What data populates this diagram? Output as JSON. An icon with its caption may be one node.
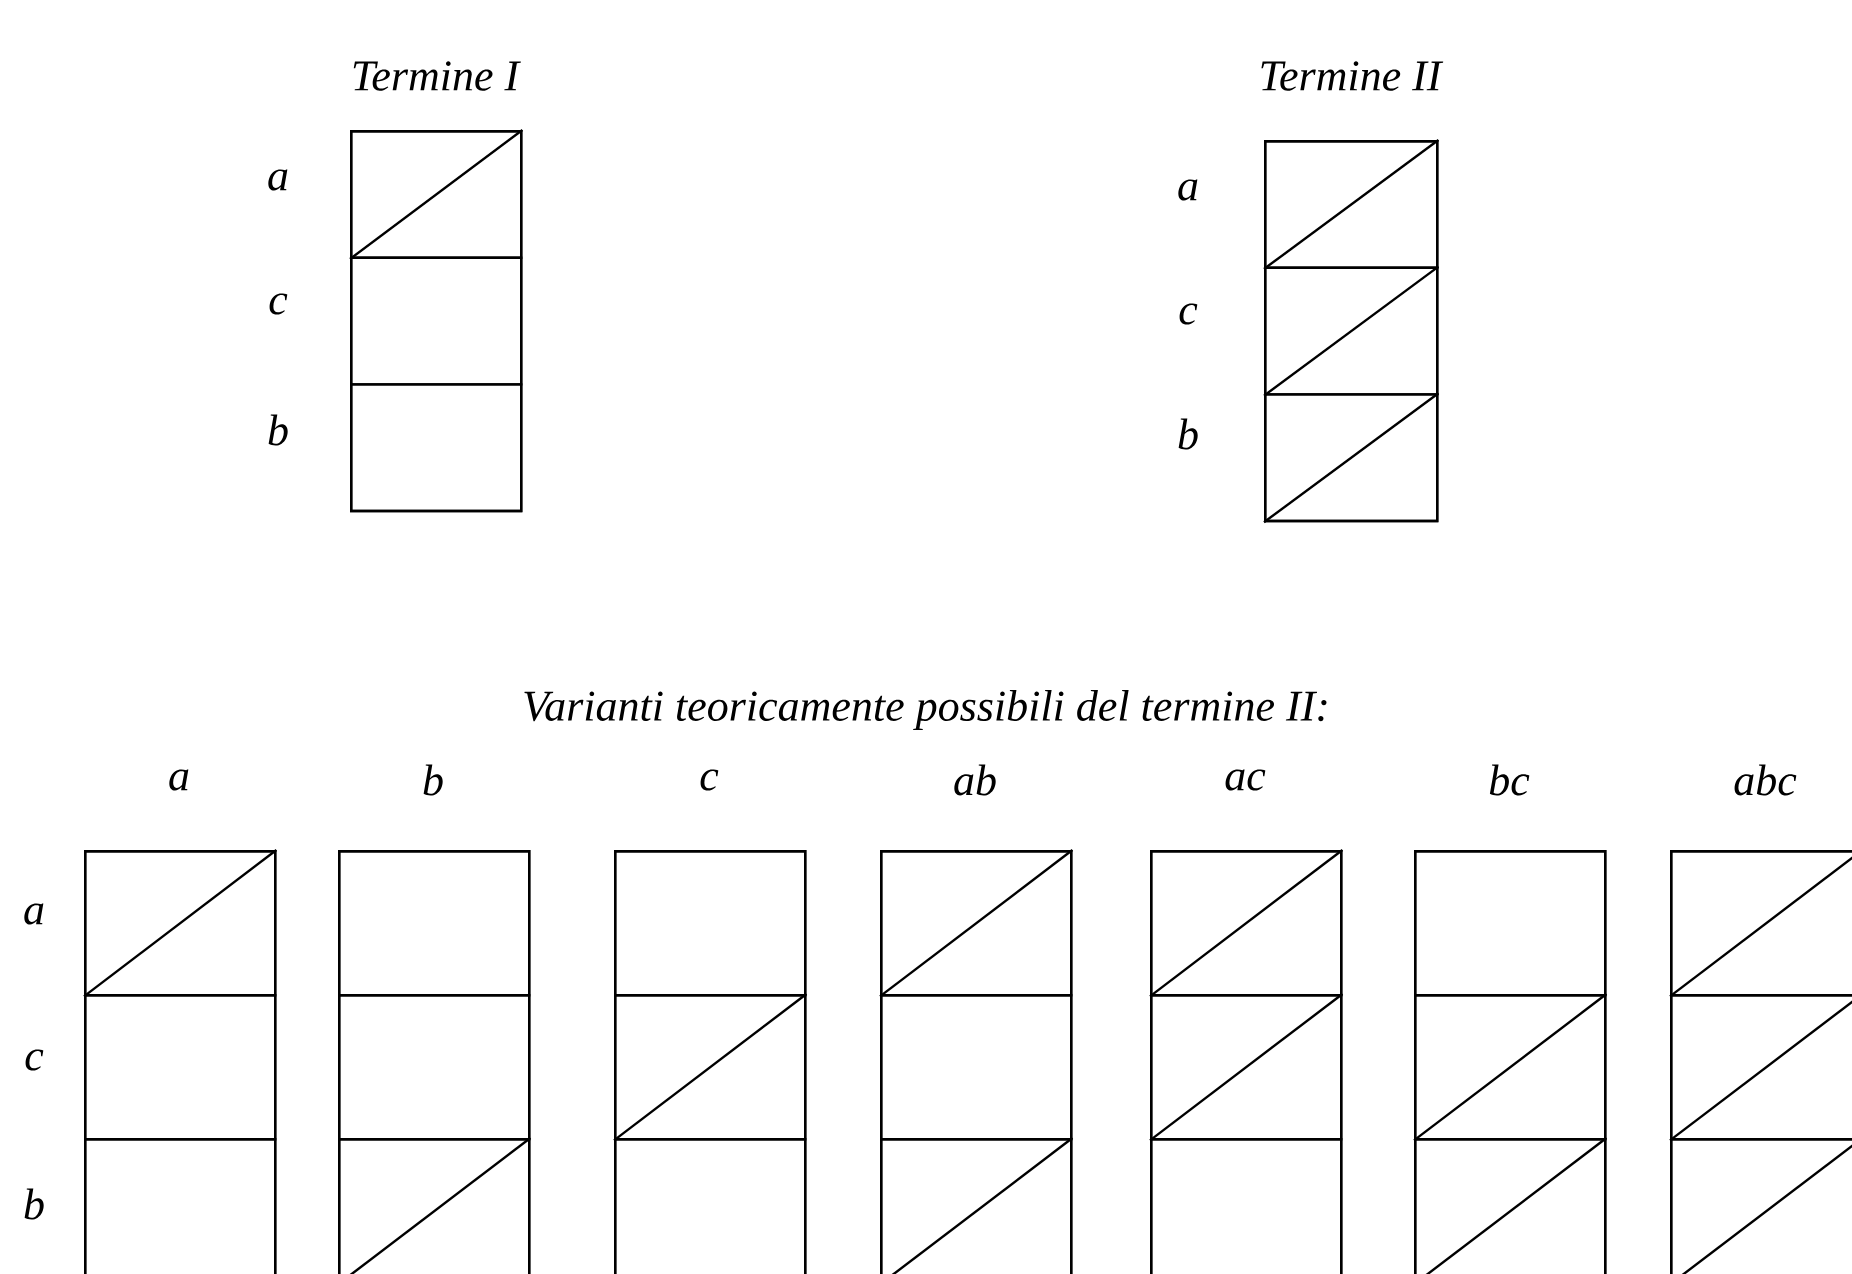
{
  "diagram": {
    "nodes": [
      {
        "text": [
          "Termine I"
        ]
      },
      {
        "text": [],
        "shape": "diagonal",
        "in": 0
      },
      {
        "text": [],
        "shape": "box",
        "in": 0
      },
      {
        "text": [],
        "shape": "box",
        "in": 0
      },
      {
        "text": [
          "Termine II"
        ]
      },
      {
        "text": [],
        "shape": "diagonal",
        "in": 4
      },
      {
        "text": [],
        "shape": "diagonal",
        "in": 4
      },
      {
        "text": [],
        "shape": "diagonal",
        "in": 4
      },
      {
        "text": [
          "a"
        ]
      },
      {
        "text": [],
        "shape": "diagonal",
        "in": 8
      },
      {
        "text": [],
        "shape": "box",
        "in": 8
      },
      {
        "text": [],
        "shape": "box",
        "in": 8
      },
      {
        "text": [
          "b"
        ]
      },
      {
        "text": [],
        "shape": "box",
        "in": 12
      },
      {
        "text": [],
        "shape": "box",
        "in": 12
      },
      {
        "text": [],
        "shape": "diagonal",
        "in": 12
      },
      {
        "text": [
          "c"
        ]
      },
      {
        "text": [],
        "shape": "box",
        "in": 16
      },
      {
        "text": [],
        "shape": "diagonal",
        "in": 16
      },
      {
        "text": [],
        "shape": "box",
        "in": 16
      },
      {
        "text": [
          "ab"
        ]
      },
      {
        "text": [],
        "shape": "diagonal",
        "in": 20
      },
      {
        "text": [],
        "shape": "box",
        "in": 20
      },
      {
        "text": [],
        "shape": "diagonal",
        "in": 20
      },
      {
        "text": [
          "ac"
        ]
      },
      {
        "text": [],
        "shape": "diagonal",
        "in": 24
      },
      {
        "text": [],
        "shape": "diagonal",
        "in": 24
      },
      {
        "text": [],
        "shape": "box",
        "in": 24
      },
      {
        "text": [
          "bc"
        ]
      },
      {
        "text": [],
        "shape": "box",
        "in": 28
      },
      {
        "text": [],
        "shape": "diagonal",
        "in": 28
      },
      {
        "text": [],
        "shape": "diagonal",
        "in": 28
      },
      {
        "text": [
          "abc"
        ]
      },
      {
        "text": [],
        "shape": "diagonal",
        "in": 32
      },
      {
        "text": [],
        "shape": "diagonal",
        "in": 32
      },
      {
        "text": [],
        "shape": "diagonal",
        "in": 32
      }
    ],
    "labels": [
      "a",
      "a",
      "c",
      "c",
      "b",
      "b",
      "Varianti teoricamente possibili del termine II:",
      "a",
      "c",
      "b"
    ]
  }
}
